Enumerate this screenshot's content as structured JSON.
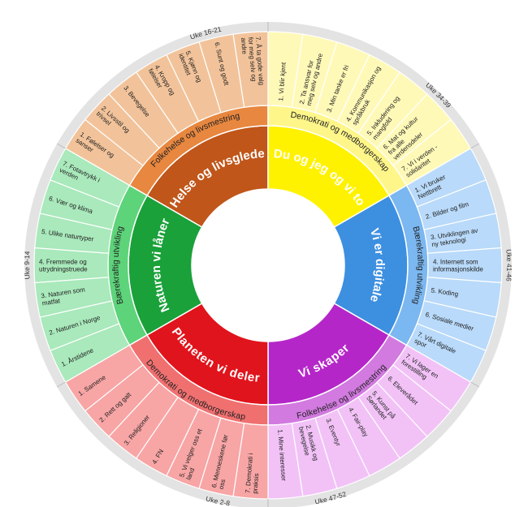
{
  "quadrants": [
    {
      "id": "helse",
      "title": "Helse og livsglede",
      "theme": "Folkehelse og livsmestring",
      "weeks": "Uke 16-21",
      "colors": {
        "inner": "#c0561a",
        "band": "#e8873f",
        "outer": "#f2c39a",
        "outer_stroke": "#ffffff"
      },
      "items": [
        "1. Følelser og sanser",
        "2. Livsstil og trivsel",
        "3. Bevegelse",
        "4. Kropp og følelser",
        "5. Kjønn og identitet",
        "6. Sunt og godt",
        "7. Å ta gode valg for meg selv og andre"
      ]
    },
    {
      "id": "du-og-jeg",
      "title": "Du og jeg og vi to",
      "theme": "Demokrati og medborgerskap",
      "weeks": "Uke 34-39",
      "colors": {
        "inner": "#fff200",
        "band": "#fff68a",
        "outer": "#fff9b8",
        "outer_stroke": "#ffffff"
      },
      "items": [
        "1. Vi blir kjent",
        "2. Ta ansvar for meg selv og andre",
        "3. Min tanke er fri",
        "4. Kommunikasjon og språkbruk",
        "5. Inkludering og mangfold",
        "6. Mat og kultur fra alle verdensdeler",
        "7. Vi i verden - solidaritet"
      ]
    },
    {
      "id": "digitale",
      "title": "Vi er digitale",
      "theme": "Bærekraftig utvikling",
      "weeks": "Uke 41-46",
      "colors": {
        "inner": "#3d8fe0",
        "band": "#7bb7f0",
        "outer": "#b9dafa",
        "outer_stroke": "#ffffff"
      },
      "items": [
        "1. Vi bruker Nettbrett",
        "2. Bilder og film",
        "3. Utviklingen av ny teknologi",
        "4. Internett som informasjonskilde",
        "5. Koding",
        "6. Sosiale medier",
        "7. Vårt digitale spor"
      ]
    },
    {
      "id": "skaper",
      "title": "Vi skaper",
      "theme": "Folkehelse og livsmestring",
      "weeks": "Uke 47-52",
      "colors": {
        "inner": "#b526c9",
        "band": "#d27ae0",
        "outer": "#f2c2f7",
        "outer_stroke": "#ffffff"
      },
      "items": [
        "1. Mine interesser",
        "2. Musikk og bevegelse",
        "3. Eventyr",
        "4. Fair-play",
        "5. Kunst på Sørlandet",
        "6. Eleverådet",
        "7. Vi lager en forestilling"
      ]
    },
    {
      "id": "planeten",
      "title": "Planeten vi deler",
      "theme": "Demokrati og medborgerskap",
      "weeks": "Uke 2-8",
      "colors": {
        "inner": "#e0141c",
        "band": "#f07070",
        "outer": "#f8a5a5",
        "outer_stroke": "#ffffff"
      },
      "items": [
        "1. Samene",
        "2. Rett og galt",
        "3. Religioner",
        "4. FN",
        "5. Vi velger oss et land",
        "6. Menneskene før oss",
        "7. Demokrati i praksis"
      ]
    },
    {
      "id": "naturen",
      "title": "Naturen vi låner",
      "theme": "Bærekraftig utvikling",
      "weeks": "Uke 9-14",
      "colors": {
        "inner": "#1aa13a",
        "band": "#5dd37a",
        "outer": "#a9e9bb",
        "outer_stroke": "#ffffff"
      },
      "items": [
        "1. Årstidene",
        "2. Naturen i Norge",
        "3. Naturen som matfat",
        "4. Fremmede og utrydningstruede",
        "5. Ulike naturtyper",
        "6. Vær og klima",
        "7. Fotavtrykk i verden"
      ]
    }
  ],
  "colors": {
    "week_ring": "#e3e3e3",
    "center": "#ffffff"
  }
}
